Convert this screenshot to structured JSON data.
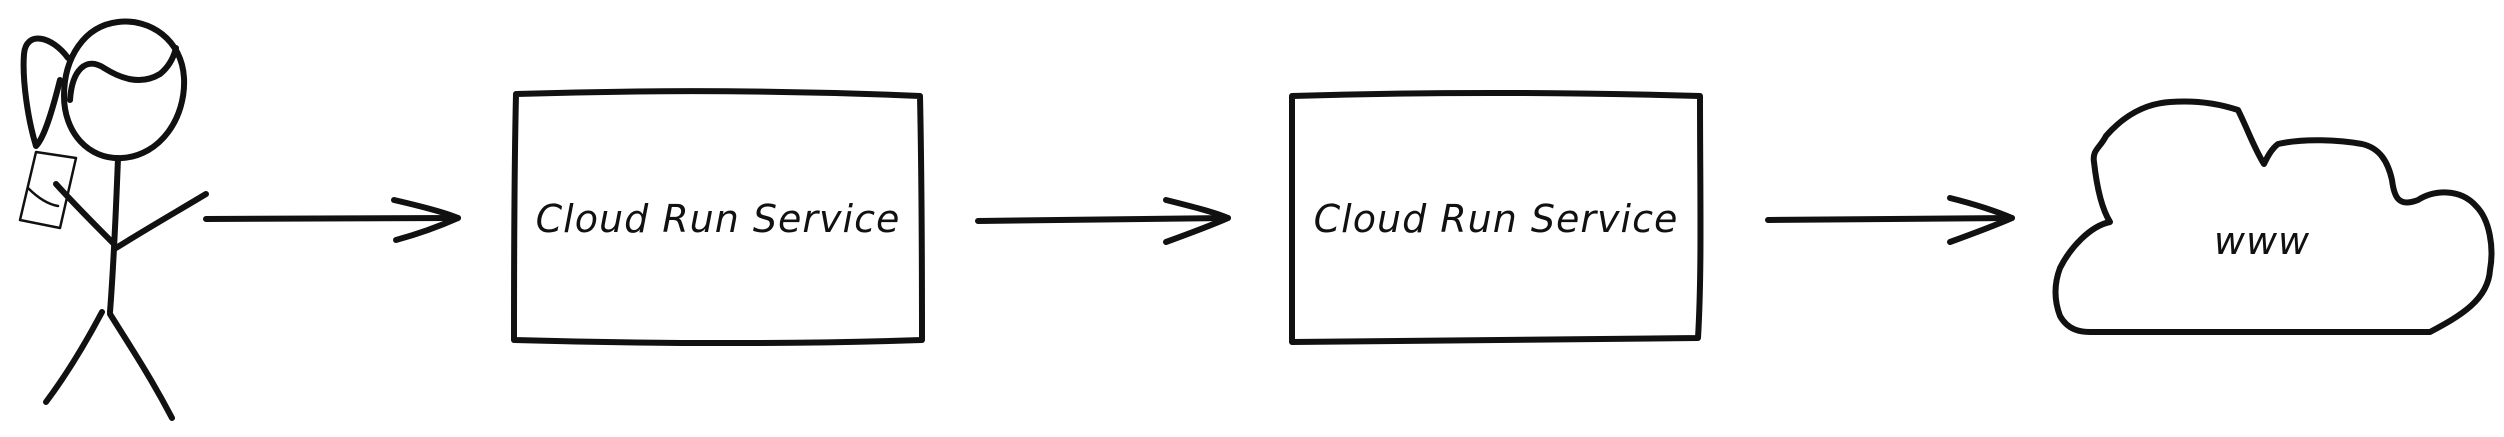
{
  "diagram": {
    "nodes": [
      {
        "id": "user",
        "kind": "stick-figure",
        "label": ""
      },
      {
        "id": "service1",
        "kind": "box",
        "label": "Cloud Run Service"
      },
      {
        "id": "service2",
        "kind": "box",
        "label": "Cloud Run Service"
      },
      {
        "id": "internet",
        "kind": "cloud",
        "label": "www"
      }
    ],
    "edges": [
      {
        "from": "user",
        "to": "service1"
      },
      {
        "from": "service1",
        "to": "service2"
      },
      {
        "from": "service2",
        "to": "internet"
      }
    ],
    "colors": {
      "stroke": "#111111",
      "background": "#ffffff"
    }
  }
}
